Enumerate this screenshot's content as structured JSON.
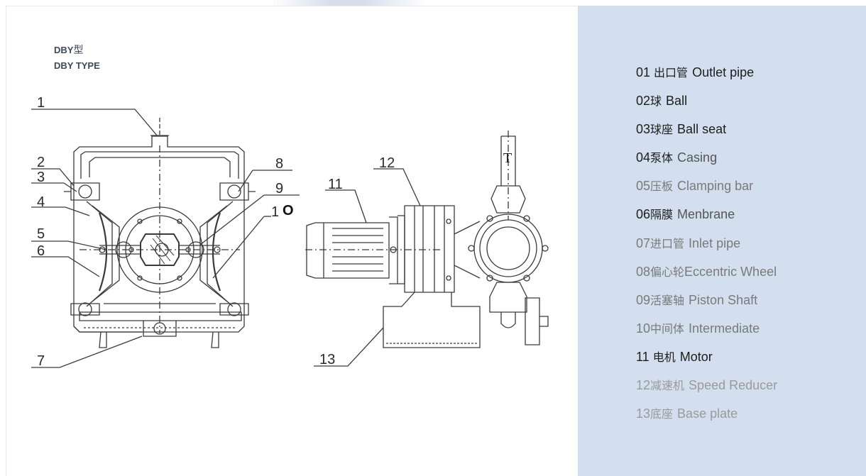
{
  "header": {
    "title_prefix": "DBY",
    "title_suffix": "型",
    "subtitle": "DBY TYPE"
  },
  "drawing_labels": {
    "n1": "1",
    "n2": "2",
    "n3": "3",
    "n4": "4",
    "n5": "5",
    "n6": "6",
    "n7": "7",
    "n8": "8",
    "n9": "9",
    "n10_digit": "1",
    "n10_circle": "O",
    "n11": "11",
    "n12": "12",
    "n13": "13",
    "t_mark": "T"
  },
  "legend": [
    {
      "num": "01",
      "cn": "出口管",
      "en": "Outlet pipe",
      "tone": "dark"
    },
    {
      "num": "02",
      "cn": "球",
      "en": "Ball",
      "tone": "dark"
    },
    {
      "num": "03",
      "cn": "球座",
      "en": "Ball seat",
      "tone": "dark"
    },
    {
      "num": "04",
      "cn": "泵体",
      "en": "Casing",
      "tone": "mid"
    },
    {
      "num": "05",
      "cn": "压板",
      "en": "Clamping bar",
      "tone": "light"
    },
    {
      "num": "06",
      "cn": "隔膜",
      "en": "Menbrane",
      "tone": "mid"
    },
    {
      "num": "07",
      "cn": "进口管",
      "en": "Inlet pipe",
      "tone": "light"
    },
    {
      "num": "08",
      "cn": "偏心轮",
      "en": "Eccentric Wheel",
      "tone": "light"
    },
    {
      "num": "09",
      "cn": "活塞轴",
      "en": "Piston Shaft",
      "tone": "light"
    },
    {
      "num": "10",
      "cn": "中间体",
      "en": "Intermediate",
      "tone": "light"
    },
    {
      "num": "11",
      "cn": "电机",
      "en": "Motor",
      "tone": "dark"
    },
    {
      "num": "12",
      "cn": "减速机",
      "en": "Speed Reducer",
      "tone": "pale"
    },
    {
      "num": "13",
      "cn": "底座",
      "en": "Base plate",
      "tone": "pale"
    }
  ],
  "colors": {
    "panel_bg": "#d3dfee",
    "line": "#3a3a3a",
    "text_dark": "#1d1d1d"
  }
}
